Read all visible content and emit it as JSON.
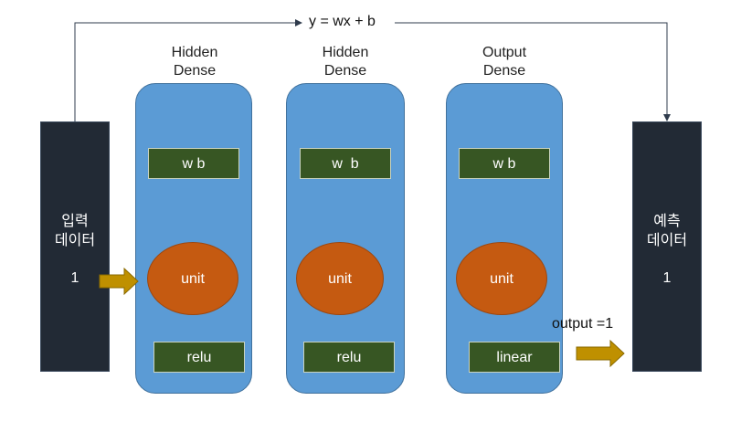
{
  "equation": "y = wx + b",
  "input_box": {
    "lines": [
      "입력",
      "데이터"
    ],
    "value": "1"
  },
  "output_box": {
    "lines": [
      "예측",
      "데이터"
    ],
    "value": "1"
  },
  "layers": [
    {
      "title": [
        "Hidden",
        "Dense"
      ],
      "params": "w b",
      "unit": "unit",
      "activation": "relu"
    },
    {
      "title": [
        "Hidden",
        "Dense"
      ],
      "params": "w  b",
      "unit": "unit",
      "activation": "relu"
    },
    {
      "title": [
        "Output",
        "Dense"
      ],
      "params": "w b",
      "unit": "unit",
      "activation": "linear"
    }
  ],
  "output_label": "output =1",
  "colors": {
    "dark_box": "#222a35",
    "layer": "#5b9bd5",
    "param_box": "#375623",
    "unit": "#c55a11",
    "arrow": "#bf9000"
  }
}
